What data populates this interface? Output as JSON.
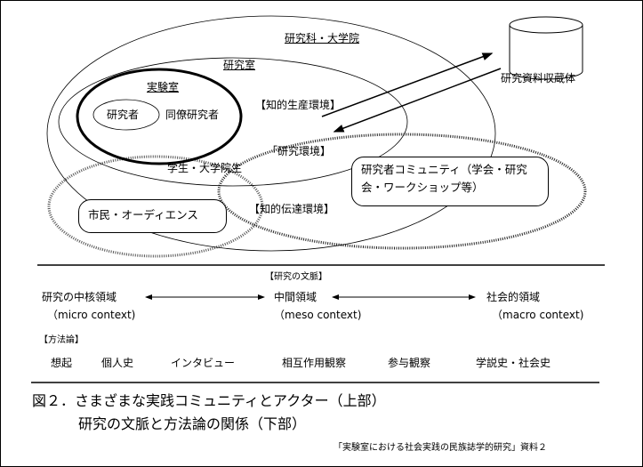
{
  "diagram": {
    "graduate_school": "研究科・大学院",
    "lab_room": "研究室",
    "laboratory": "実験室",
    "researcher": "研究者",
    "colleagues": "同僚研究者",
    "archive": "研究資料収蔵体",
    "knowledge_production": "【知的生産環境】",
    "research_environment": "「研究環境】",
    "students": "学生・大学院生",
    "community": "研究者コミュニティ（学会・研究会・ワークショップ等）",
    "knowledge_transfer": "【知的伝達環境】",
    "citizens": "市民・オーディエンス"
  },
  "context": {
    "heading": "【研究の文脈】",
    "levels": [
      {
        "label": "研究の中核領域",
        "sub": "（micro context)"
      },
      {
        "label": "中間領域",
        "sub": "（meso context)"
      },
      {
        "label": "社会的領域",
        "sub": "（macro context)"
      }
    ]
  },
  "methods": {
    "heading": "【方法論】",
    "items": [
      "想起",
      "個人史",
      "インタビュー",
      "相互作用観察",
      "参与観察",
      "学説史・社会史"
    ]
  },
  "caption": {
    "line1": "図２．さまざまな実践コミュニティとアクター（上部）",
    "line2": "研究の文脈と方法論の関係（下部）",
    "source": "「実験室における社会実践の民族誌学的研究」資料２"
  }
}
